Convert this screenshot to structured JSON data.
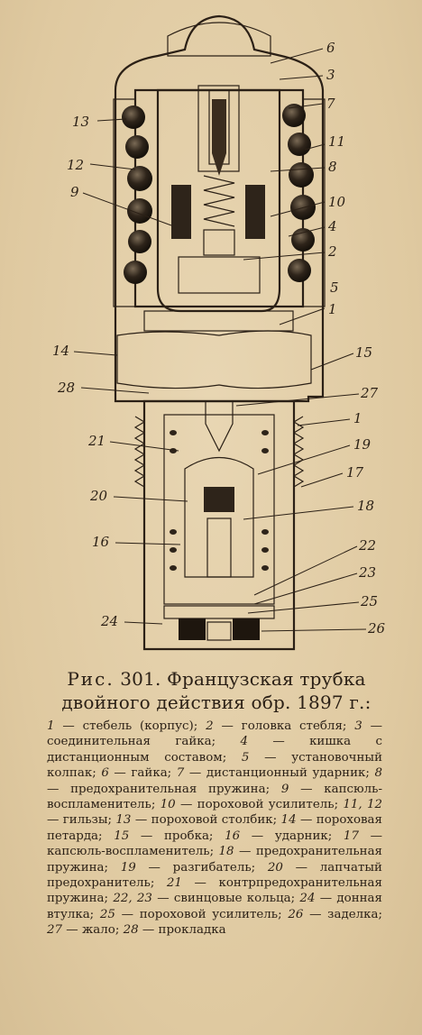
{
  "figure": {
    "caption_prefix": "Рис.",
    "caption_number": "301.",
    "caption_text": "Французская трубка двойного действия обр. 1897 г.:",
    "labels": {
      "l1a": "1",
      "l1b": "1",
      "l2": "2",
      "l3": "3",
      "l4": "4",
      "l5": "5",
      "l6": "6",
      "l7": "7",
      "l8": "8",
      "l9": "9",
      "l10": "10",
      "l11": "11",
      "l12": "12",
      "l13": "13",
      "l14": "14",
      "l15": "15",
      "l16": "16",
      "l17": "17",
      "l18": "18",
      "l19": "19",
      "l20": "20",
      "l21": "21",
      "l22": "22",
      "l23": "23",
      "l24": "24",
      "l25": "25",
      "l26": "26",
      "l27": "27",
      "l28": "28"
    }
  },
  "legend": [
    {
      "num": "1",
      "text": " — стебель (корпус); "
    },
    {
      "num": "2",
      "text": " — головка стебля; "
    },
    {
      "num": "3",
      "text": " — соединительная гайка; "
    },
    {
      "num": "4",
      "text": " — кишка с дистанционным составом; "
    },
    {
      "num": "5",
      "text": " — установочный колпак; "
    },
    {
      "num": "6",
      "text": " — гайка; "
    },
    {
      "num": "7",
      "text": " — дистанционный ударник; "
    },
    {
      "num": "8",
      "text": " — предохранительная пружина; "
    },
    {
      "num": "9",
      "text": " — капсюль-воспламенитель; "
    },
    {
      "num": "10",
      "text": " — пороховой усилитель; "
    },
    {
      "num": "11, 12",
      "text": " — гильзы; "
    },
    {
      "num": "13",
      "text": " — пороховой столбик; "
    },
    {
      "num": "14",
      "text": " — пороховая петарда; "
    },
    {
      "num": "15",
      "text": " — пробка; "
    },
    {
      "num": "16",
      "text": " — ударник; "
    },
    {
      "num": "17",
      "text": " — капсюль-воспламенитель; "
    },
    {
      "num": "18",
      "text": " — предохранительная пружина; "
    },
    {
      "num": "19",
      "text": " — разгибатель; "
    },
    {
      "num": "20",
      "text": " — лапчатый предохранитель; "
    },
    {
      "num": "21",
      "text": " — контрпредохранительная пружина; "
    },
    {
      "num": "22, 23",
      "text": " — свинцовые кольца; "
    },
    {
      "num": "24",
      "text": " — донная втулка; "
    },
    {
      "num": "25",
      "text": " — пороховой усилитель; "
    },
    {
      "num": "26",
      "text": " — заделка; "
    },
    {
      "num": "27",
      "text": " — жало; "
    },
    {
      "num": "28",
      "text": " — прокладка"
    }
  ],
  "colors": {
    "ink": "#2b2016",
    "paper": "#e3cfa8"
  }
}
